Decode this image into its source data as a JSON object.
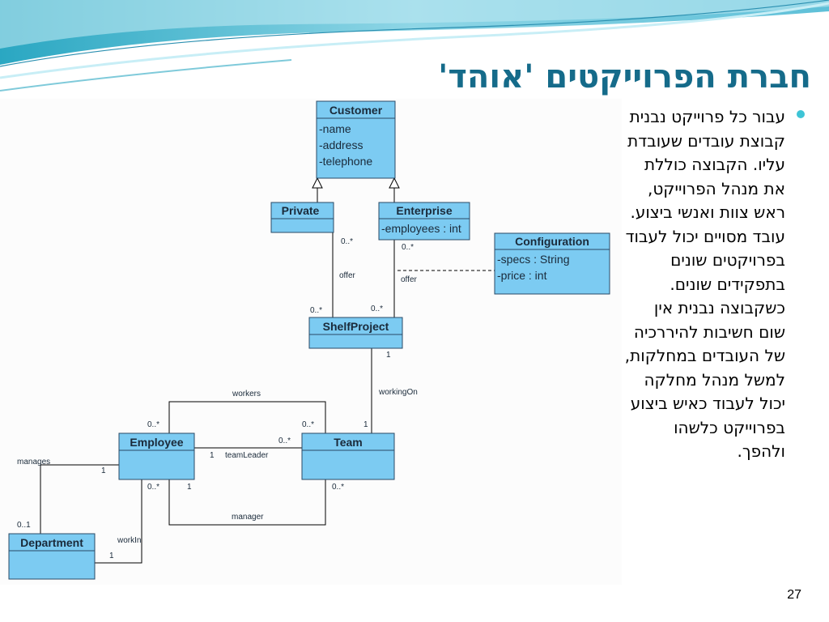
{
  "slide": {
    "title": "חברת הפרוייקטים 'אוהד'",
    "page_number": "27",
    "body_text": "עבור כל פרוייקט נבנית קבוצת עובדים שעובדת עליו. הקבוצה כוללת את מנהל הפרוייקט, ראש צוות ואנשי ביצוע. עובד מסויים יכול לעבוד בפרויקטים שונים בתפקידים שונים. כשקבוצה נבנית אין שום חשיבות להיררכיה של העובדים במחלקות, למשל מנהל מחלקה יכול לעבוד כאיש ביצוע בפרוייקט כלשהו ולהפך."
  },
  "colors": {
    "class_fill": "#7ccbf2",
    "class_stroke": "#2a4a66",
    "title": "#156b8a",
    "bullet": "#3ec4d6"
  },
  "diagram": {
    "classes": {
      "customer": {
        "name": "Customer",
        "attrs": [
          "-name",
          "-address",
          "-telephone"
        ]
      },
      "private": {
        "name": "Private",
        "attrs": []
      },
      "enterprise": {
        "name": "Enterprise",
        "attrs": [
          "-employees : int"
        ]
      },
      "configuration": {
        "name": "Configuration",
        "attrs": [
          "-specs : String",
          "-price : int"
        ]
      },
      "shelfproject": {
        "name": "ShelfProject",
        "attrs": []
      },
      "employee": {
        "name": "Employee",
        "attrs": []
      },
      "team": {
        "name": "Team",
        "attrs": []
      },
      "department": {
        "name": "Department",
        "attrs": []
      }
    },
    "labels": {
      "private_offer_mult_top": "0..*",
      "private_offer_role": "offer",
      "private_offer_mult_bottom": "0..*",
      "enterprise_offer_mult_top": "0..*",
      "enterprise_offer_role": "offer",
      "enterprise_offer_mult_bottom": "0..*",
      "workingon_mult_top": "1",
      "workingon_role": "workingOn",
      "workingon_mult_bottom": "1",
      "workers_role": "workers",
      "workers_mult_employee": "0..*",
      "workers_mult_team": "0..*",
      "teamleader_mult_team": "0..*",
      "teamleader_mult_employee": "1",
      "teamleader_role": "teamLeader",
      "manager_mult_employee": "1",
      "manager_mult_team": "0..*",
      "manager_role": "manager",
      "workin_mult_employee": "0..*",
      "workin_role": "workIn",
      "workin_mult_department": "1",
      "manages_role": "manages",
      "manages_mult_employee": "1",
      "manages_mult_department": "0..1"
    }
  }
}
